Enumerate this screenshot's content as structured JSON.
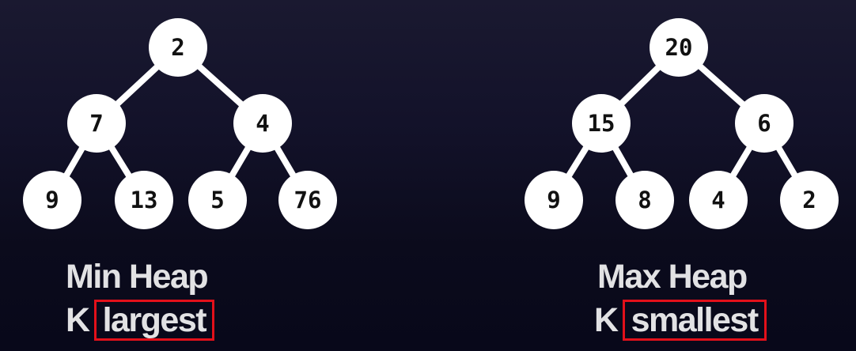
{
  "heaps": [
    {
      "id": "min",
      "nodes": [
        "2",
        "7",
        "4",
        "9",
        "13",
        "5",
        "76"
      ],
      "title": "Min Heap",
      "k_label": "K",
      "highlight": "largest"
    },
    {
      "id": "max",
      "nodes": [
        "20",
        "15",
        "6",
        "9",
        "8",
        "4",
        "2"
      ],
      "title": "Max Heap",
      "k_label": "K",
      "highlight": "smallest"
    }
  ],
  "colors": {
    "node_fill": "#ffffff",
    "node_text": "#111111",
    "edge": "#ffffff",
    "label_text": "#e2e2e4",
    "highlight_box": "#e3101a"
  }
}
